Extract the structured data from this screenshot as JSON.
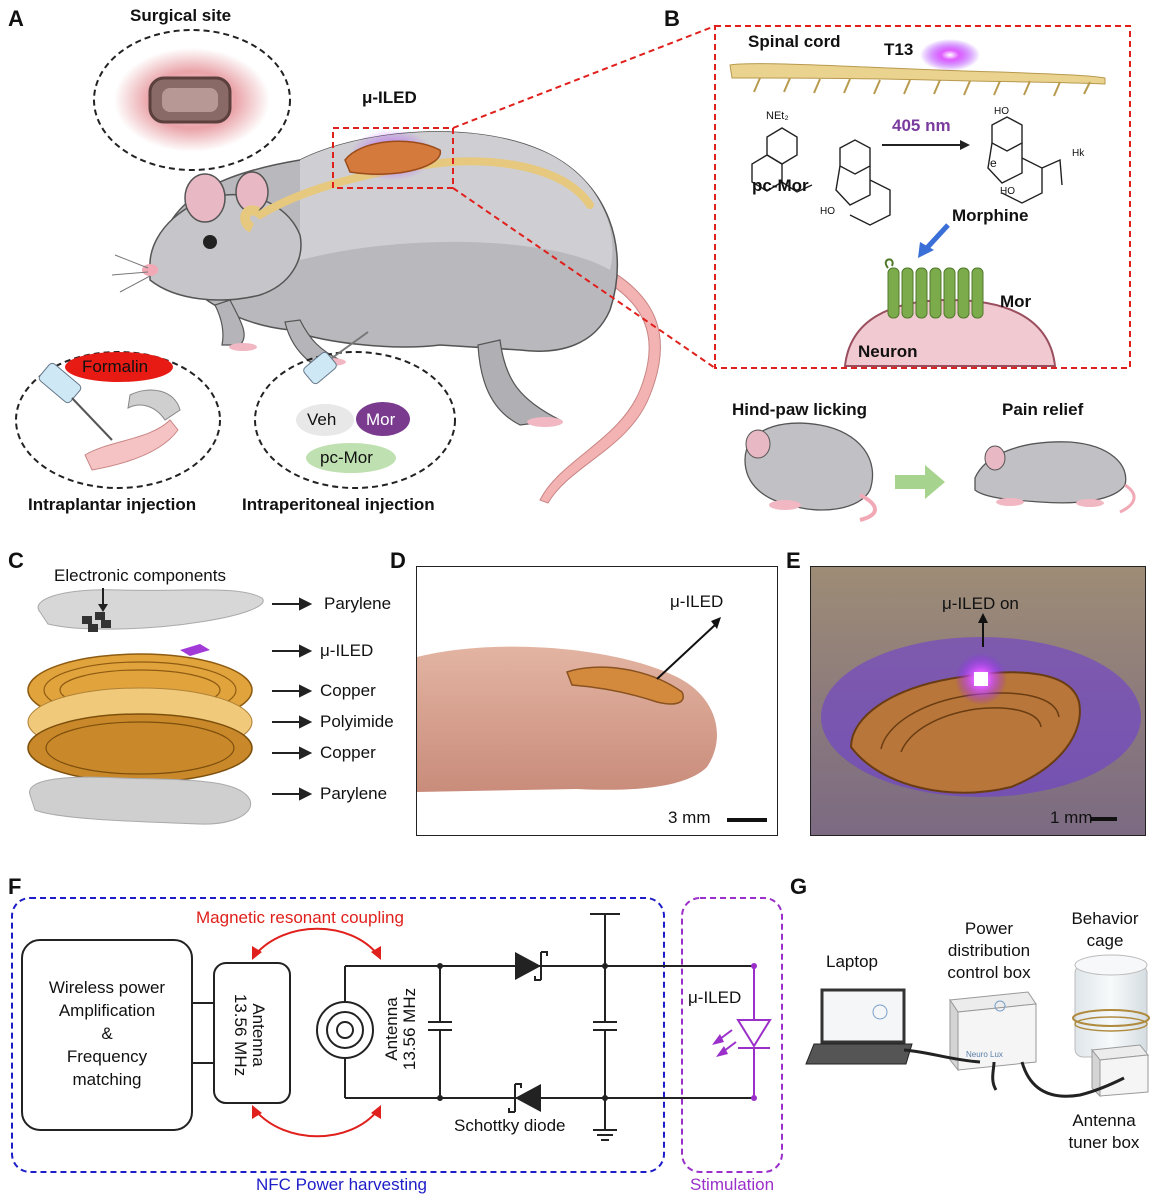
{
  "panels": {
    "a": "A",
    "b": "B",
    "c": "C",
    "d": "D",
    "e": "E",
    "f": "F",
    "g": "G"
  },
  "panel_a": {
    "surgical_site": "Surgical site",
    "uiled": "μ-ILED",
    "formalin": "Formalin",
    "intraplantar": "Intraplantar injection",
    "intraperitoneal": "Intraperitoneal injection",
    "veh": "Veh",
    "mor": "Mor",
    "pcmor": "pc-Mor"
  },
  "panel_b": {
    "spinal_cord": "Spinal cord",
    "t13": "T13",
    "net2": "NEt₂",
    "wavelength": "405 nm",
    "pcmor": "pc-Mor",
    "morphine": "Morphine",
    "mor": "Mor",
    "neuron": "Neuron",
    "ho1": "HO",
    "ho2": "HO",
    "ho3": "HO",
    "hk": "Hk",
    "small_e": "e",
    "hind_paw": "Hind-paw licking",
    "pain_relief": "Pain relief"
  },
  "panel_c": {
    "electronic": "Electronic components",
    "layers": [
      "Parylene",
      "μ-ILED",
      "Copper",
      "Polyimide",
      "Copper",
      "Parylene"
    ]
  },
  "panel_d": {
    "label": "μ-ILED",
    "scale": "3 mm"
  },
  "panel_e": {
    "label": "μ-ILED on",
    "scale": "1 mm"
  },
  "panel_f": {
    "coupling": "Magnetic resonant coupling",
    "wireless": [
      "Wireless power",
      "Amplification",
      "&",
      "Frequency",
      "matching"
    ],
    "antenna_1": "Antenna",
    "freq_1": "13.56 MHz",
    "antenna_2": "Antenna",
    "freq_2": "13.56 MHz",
    "schottky": "Schottky diode",
    "uiled": "μ-ILED",
    "nfc": "NFC Power harvesting",
    "stimulation": "Stimulation"
  },
  "panel_g": {
    "laptop": "Laptop",
    "power": [
      "Power",
      "distribution",
      "control box"
    ],
    "behavior": [
      "Behavior",
      "cage"
    ],
    "antenna_tuner": [
      "Antenna",
      "tuner box"
    ],
    "brand": "Neuro Lux"
  },
  "colors": {
    "red": "#e0201c",
    "blue": "#1d1dc8",
    "purple": "#9b2fc9",
    "mor_purple": "#7a3b8f",
    "pc_green": "#bfe0b0"
  }
}
